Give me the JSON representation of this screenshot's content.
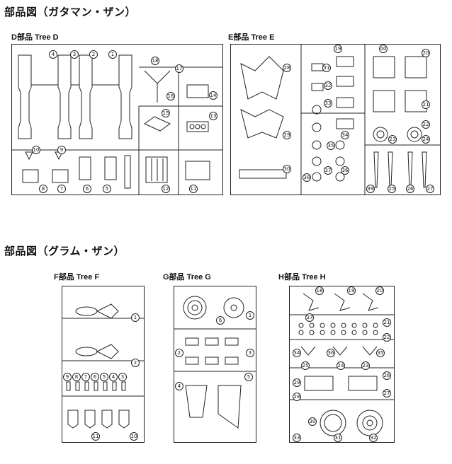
{
  "sections": {
    "gatamanzan_heading": "部品図（ガタマン・ザン）",
    "gramzan_heading": "部品図（グラム・ザン）"
  },
  "trees": {
    "d": {
      "label": "D部品 Tree D",
      "parts": [
        "1",
        "2",
        "3",
        "4",
        "5",
        "6",
        "7",
        "8",
        "9",
        "10",
        "11",
        "12",
        "13",
        "14",
        "15",
        "16",
        "17",
        "18"
      ]
    },
    "e": {
      "label": "E部品 Tree E",
      "parts": [
        "19",
        "20",
        "21",
        "22",
        "23",
        "24",
        "25",
        "26",
        "27",
        "28",
        "29",
        "30",
        "31",
        "32",
        "33",
        "34",
        "35",
        "36",
        "37",
        "38",
        "39",
        "40"
      ]
    },
    "f": {
      "label": "F部品 Tree F",
      "parts": [
        "1",
        "2",
        "3",
        "4",
        "5",
        "6",
        "7",
        "8",
        "9",
        "10",
        "11"
      ]
    },
    "g": {
      "label": "G部品 Tree G",
      "parts": [
        "1",
        "2",
        "3",
        "4",
        "5",
        "6"
      ]
    },
    "h": {
      "label": "H部品 Tree H",
      "parts": [
        "18",
        "19",
        "20",
        "21",
        "22",
        "23",
        "24",
        "25",
        "26",
        "27",
        "28",
        "29",
        "30",
        "31",
        "32",
        "33",
        "34",
        "35",
        "36",
        "37"
      ]
    }
  }
}
